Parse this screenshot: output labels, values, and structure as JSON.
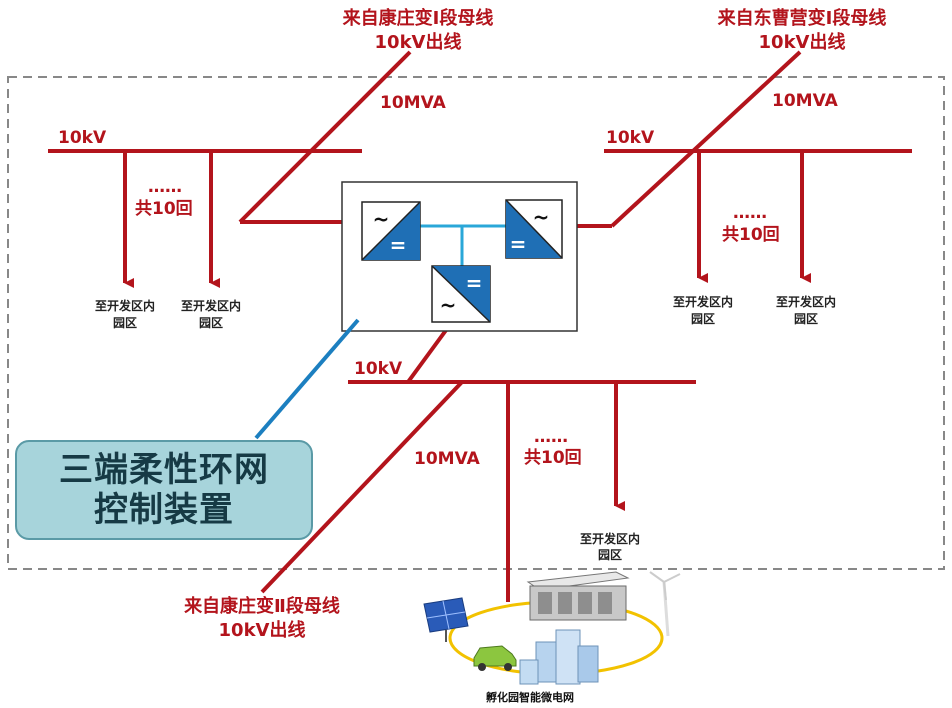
{
  "colors": {
    "line_red": "#b3141c",
    "dash_gray": "#888888",
    "converter_blue": "#1f6fb5",
    "link_cyan": "#2aa7d8",
    "callout_fill": "#a7d4db",
    "callout_text": "#163a45",
    "callout_pointer": "#1c7fc0"
  },
  "sources": {
    "top_left": {
      "line1": "来自康庄变Ⅰ段母线",
      "line2": "10kV出线",
      "capacity": "10MVA"
    },
    "top_right": {
      "line1": "来自东曹营变Ⅰ段母线",
      "line2": "10kV出线",
      "capacity": "10MVA"
    },
    "bottom": {
      "line1": "来自康庄变Ⅱ段母线",
      "line2": "10kV出线",
      "capacity": "10MVA"
    }
  },
  "buses": {
    "left": {
      "voltage": "10kV"
    },
    "right": {
      "voltage": "10kV"
    },
    "bottom": {
      "voltage": "10kV"
    }
  },
  "feeders": {
    "dots": "……",
    "count": "共10回",
    "dest_line1": "至开发区内",
    "dest_line2": "园区"
  },
  "callout": {
    "line1": "三端柔性环网",
    "line2": "控制装置"
  },
  "converter_symbols": {
    "ac": "~",
    "dc": "="
  },
  "microgrid": {
    "label": "孵化园智能微电网"
  }
}
